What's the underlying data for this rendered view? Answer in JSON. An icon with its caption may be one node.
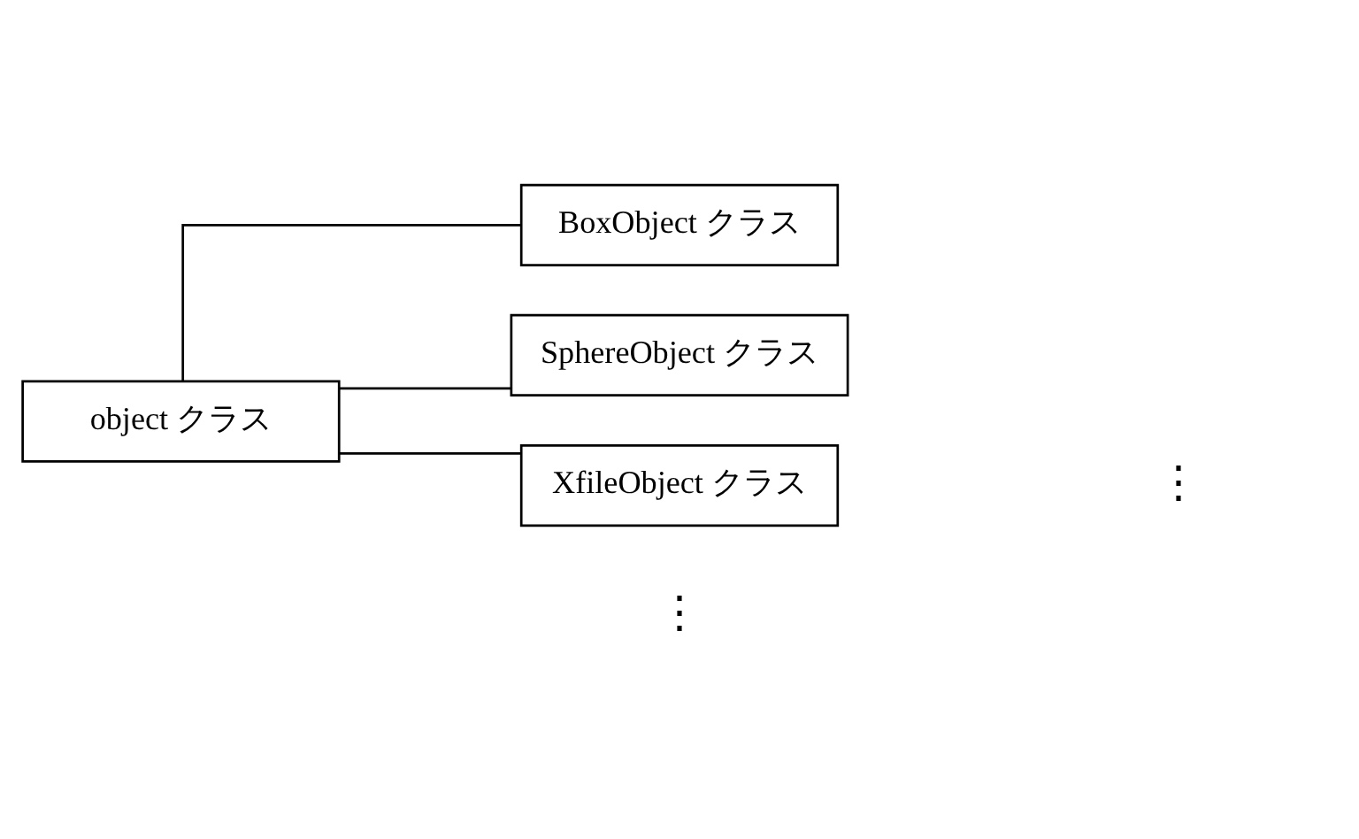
{
  "diagram": {
    "nodes": [
      {
        "text": [
          "object クラス"
        ]
      },
      {
        "text": [
          "BoxObject クラス"
        ]
      },
      {
        "text": [
          "SphereObject クラス"
        ]
      },
      {
        "text": [
          "XfileObject クラス"
        ]
      }
    ],
    "edges": [
      {
        "from": 0,
        "to": 1,
        "arrow": "none"
      },
      {
        "from": 0,
        "to": 2,
        "arrow": "none"
      },
      {
        "from": 0,
        "to": 3,
        "arrow": "none"
      }
    ],
    "labels": [
      "⋮",
      "⋮"
    ]
  }
}
